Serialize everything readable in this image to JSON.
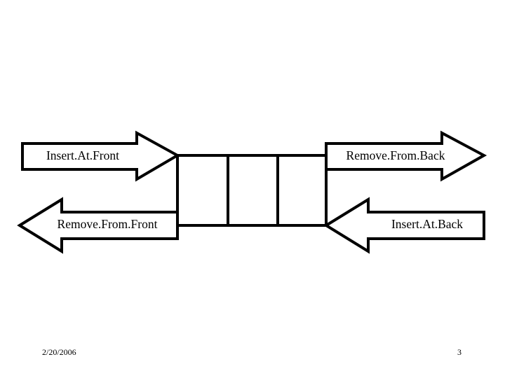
{
  "slide": {
    "page_number": "3",
    "date": "2/20/2006",
    "background_color": "#ffffff",
    "line_color": "#000000"
  },
  "diagram": {
    "type": "deque-operations",
    "container": {
      "name": "deque-container",
      "cell_count": 3,
      "cells": [
        "",
        "",
        ""
      ]
    },
    "arrows": [
      {
        "id": "insert-at-front",
        "label": "Insert.At.Front",
        "direction": "right",
        "position": "top-left"
      },
      {
        "id": "remove-from-front",
        "label": "Remove.From.Front",
        "direction": "left",
        "position": "bottom-left"
      },
      {
        "id": "remove-from-back",
        "label": "Remove.From.Back",
        "direction": "right",
        "position": "top-right"
      },
      {
        "id": "insert-at-back",
        "label": "Insert.At.Back",
        "direction": "left",
        "position": "bottom-right"
      }
    ]
  }
}
